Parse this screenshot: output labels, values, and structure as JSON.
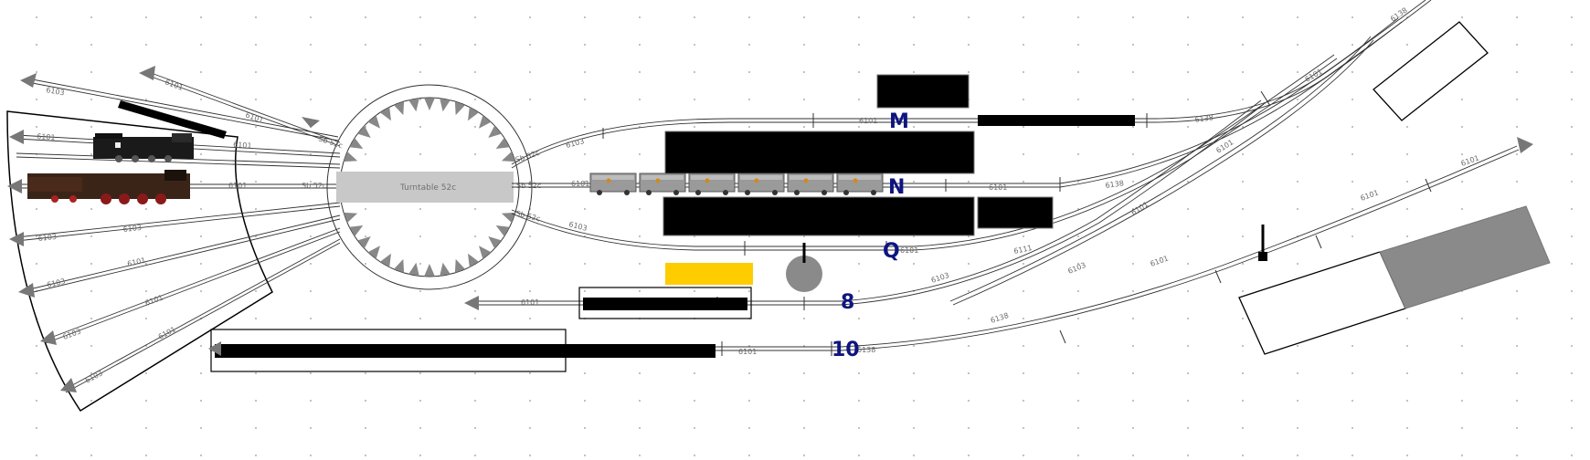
{
  "turntable": {
    "label": "Turntable 52c",
    "stub_label": "Sb 52c"
  },
  "track_labels": {
    "m": "M",
    "n": "N",
    "q": "Q",
    "t8": "8",
    "t10": "10"
  },
  "track_codes": {
    "straight": "6101",
    "curve": "6103",
    "turnout": "6138",
    "turnout_b": "6111"
  },
  "colors": {
    "rail": "#333333",
    "label": "#0e1480",
    "yellow": "#ffcc00",
    "platform_gray": "#8a8a8a"
  }
}
